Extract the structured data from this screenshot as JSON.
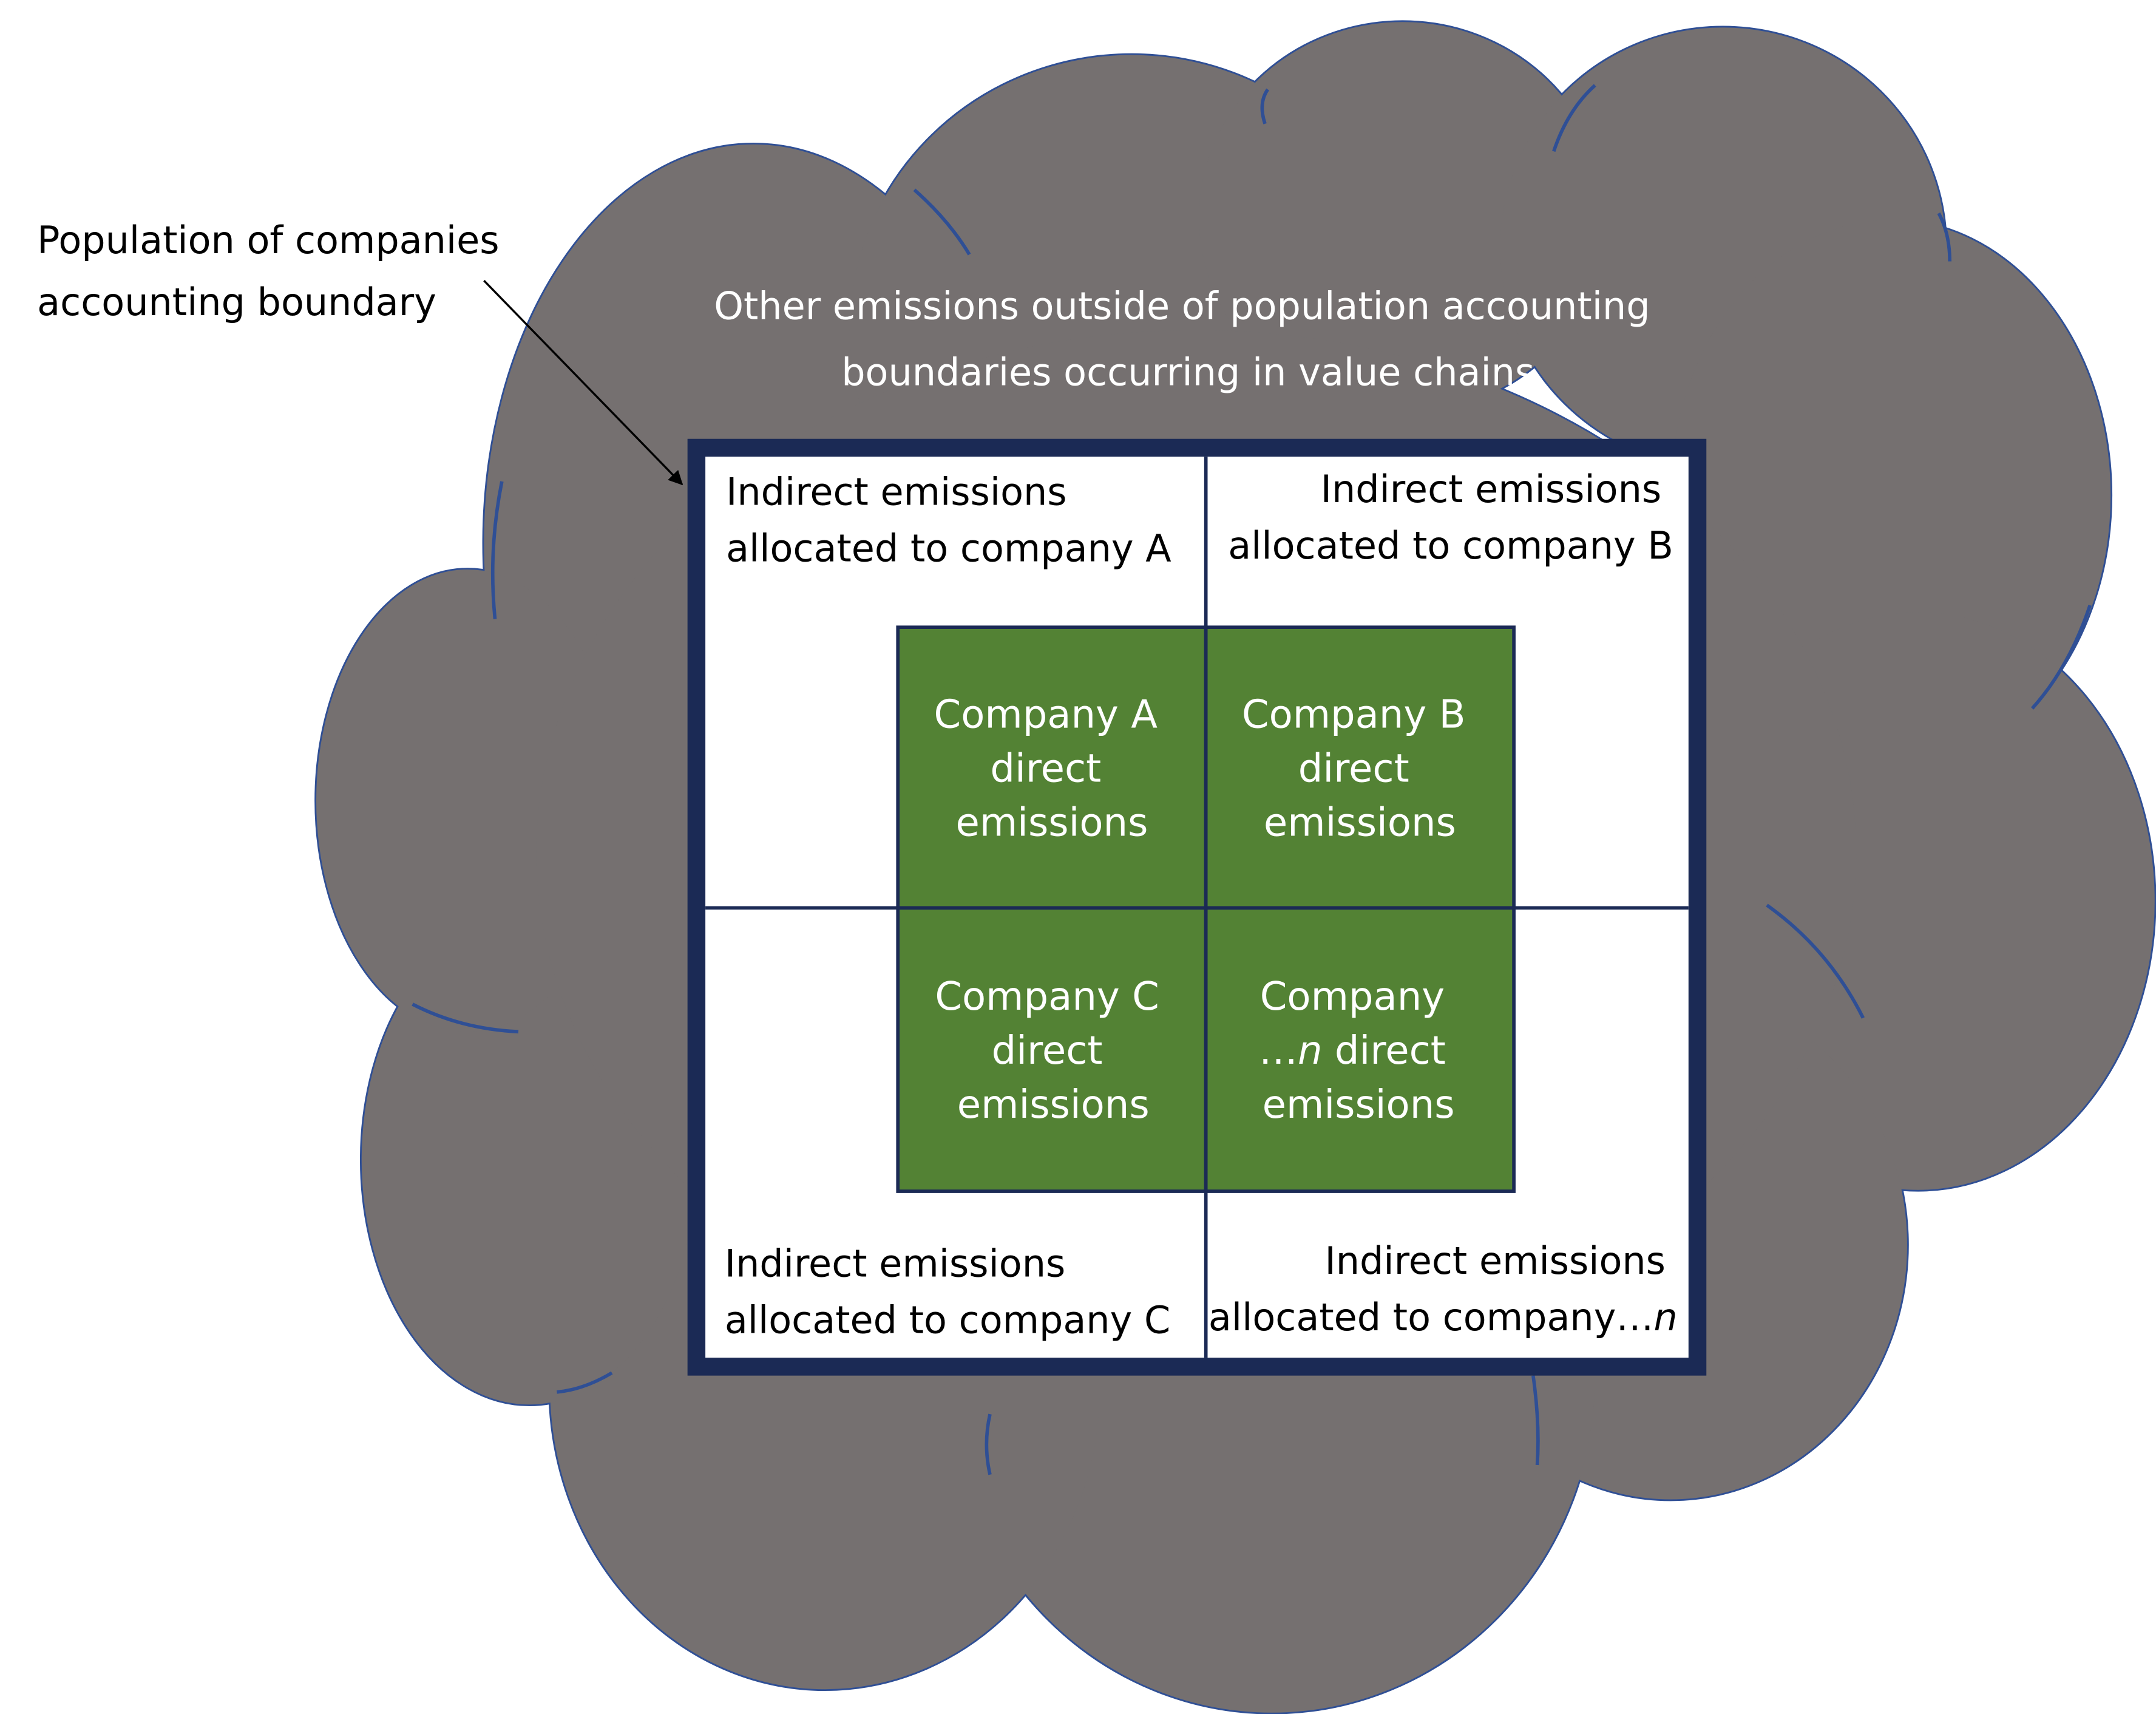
{
  "colors": {
    "cloud_fill": "#757070",
    "cloud_outline": "#2f4f95",
    "boundary_frame": "#1b2a55",
    "direct_box_fill": "#538234",
    "divider": "#1b2a55",
    "quadrant_fill": "#ffffff",
    "arrow": "#000000"
  },
  "boundary_label": {
    "line1": "Population of companies",
    "line2": "accounting boundary"
  },
  "outside_label": {
    "line1": "Other emissions outside of population accounting",
    "line2": "boundaries occurring in value chains"
  },
  "indirect": {
    "a": {
      "line1": "Indirect emissions",
      "line2": "allocated to company A"
    },
    "b": {
      "line1": "Indirect emissions",
      "line2": "allocated to company B"
    },
    "c": {
      "line1": "Indirect emissions",
      "line2": "allocated to company C"
    },
    "n": {
      "line1": "Indirect emissions",
      "line2": "allocated to company…",
      "line2_italic": "n"
    }
  },
  "direct": {
    "a": {
      "line1": "Company A",
      "line2": "direct",
      "line3": "emissions"
    },
    "b": {
      "line1": "Company B",
      "line2": "direct",
      "line3": "emissions"
    },
    "c": {
      "line1": "Company C",
      "line2": "direct",
      "line3": "emissions"
    },
    "n": {
      "line1": "Company",
      "line2_prefix": "…",
      "line2_italic": "n",
      "line2_suffix": " direct",
      "line3": "emissions"
    }
  }
}
